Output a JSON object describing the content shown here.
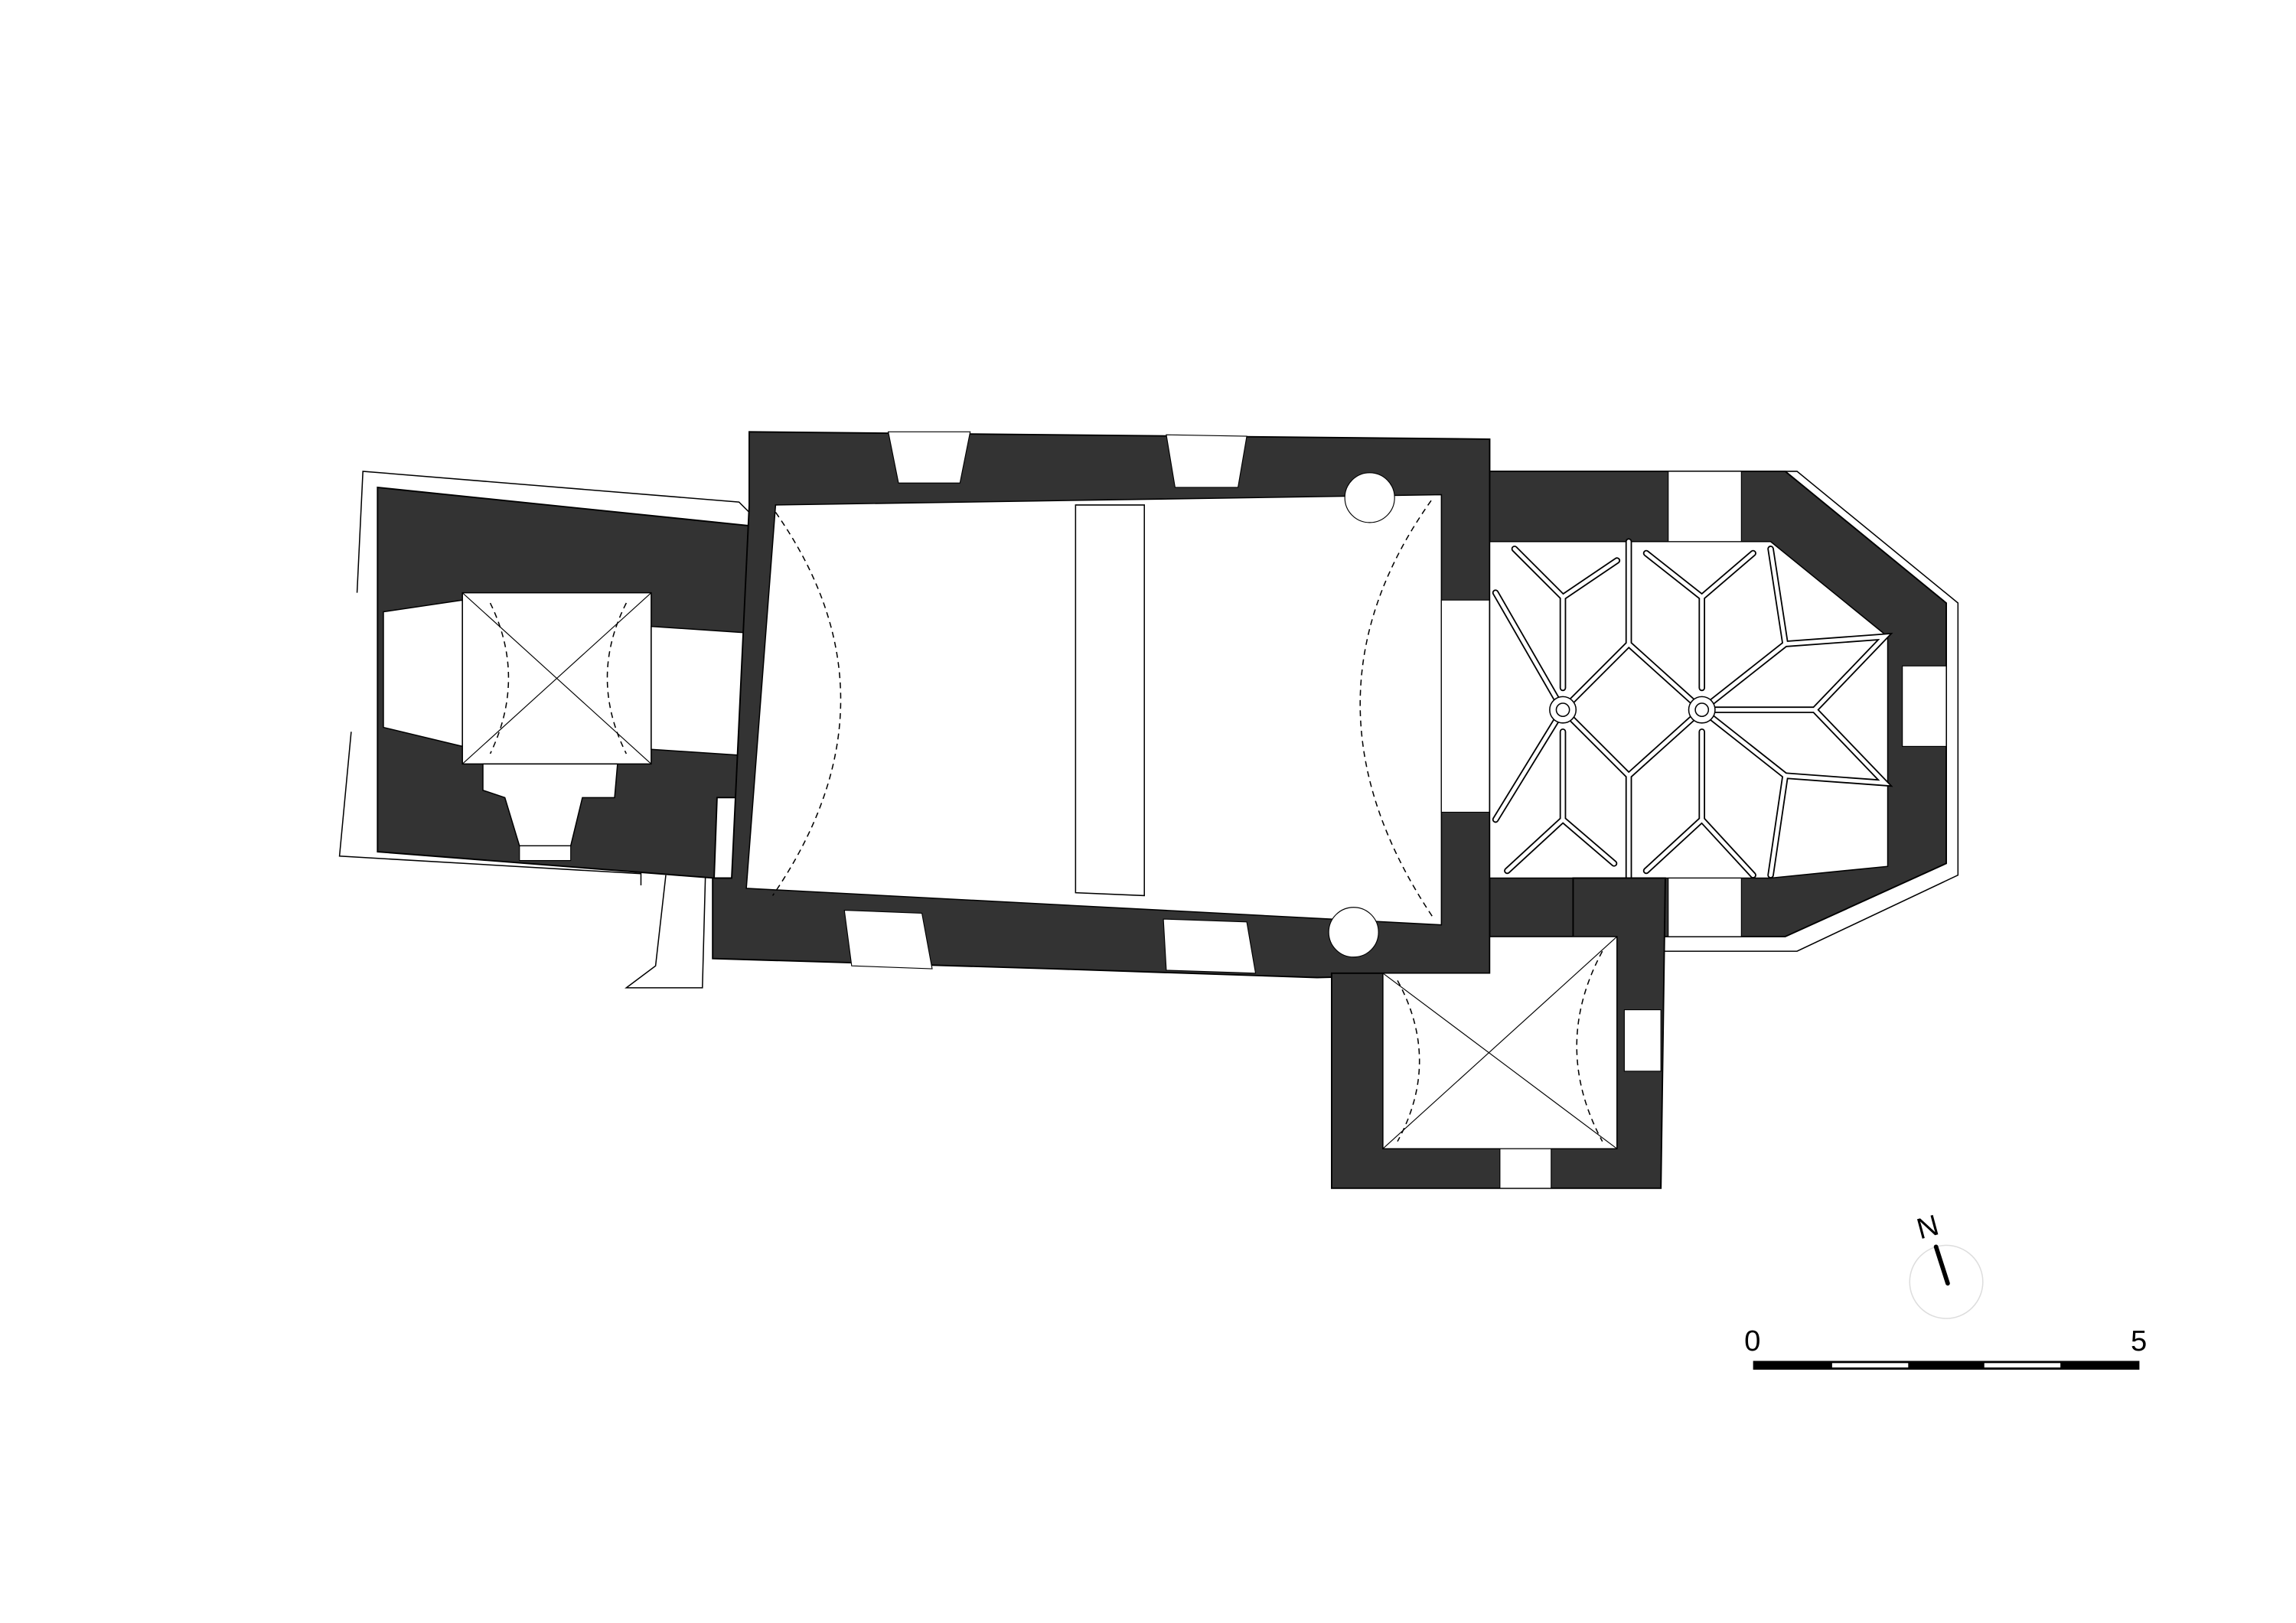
{
  "drawing": {
    "wall_color": "#333333"
  },
  "north_arrow": {
    "label": "N",
    "rotation_deg": -15
  },
  "scale_bar": {
    "start_label": "0",
    "end_label": "5",
    "segments": 5
  }
}
